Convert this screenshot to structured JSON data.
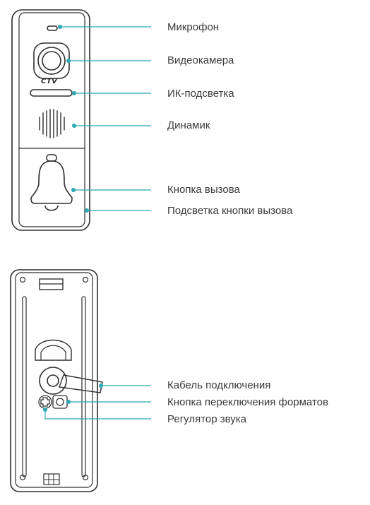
{
  "front_labels": [
    "Микрофон",
    "Видеокамера",
    "ИК-подсветка",
    "Динамик",
    "Кнопка вызова",
    "Подсветка кнопки вызова"
  ],
  "back_labels": [
    "Кабель подключения",
    "Кнопка переключения форматов",
    "Регулятор звука"
  ],
  "logo_text": "CTV",
  "colors": {
    "accent": "#2aa8b4",
    "outline": "#2f2f2f",
    "text": "#3a3a3a"
  }
}
